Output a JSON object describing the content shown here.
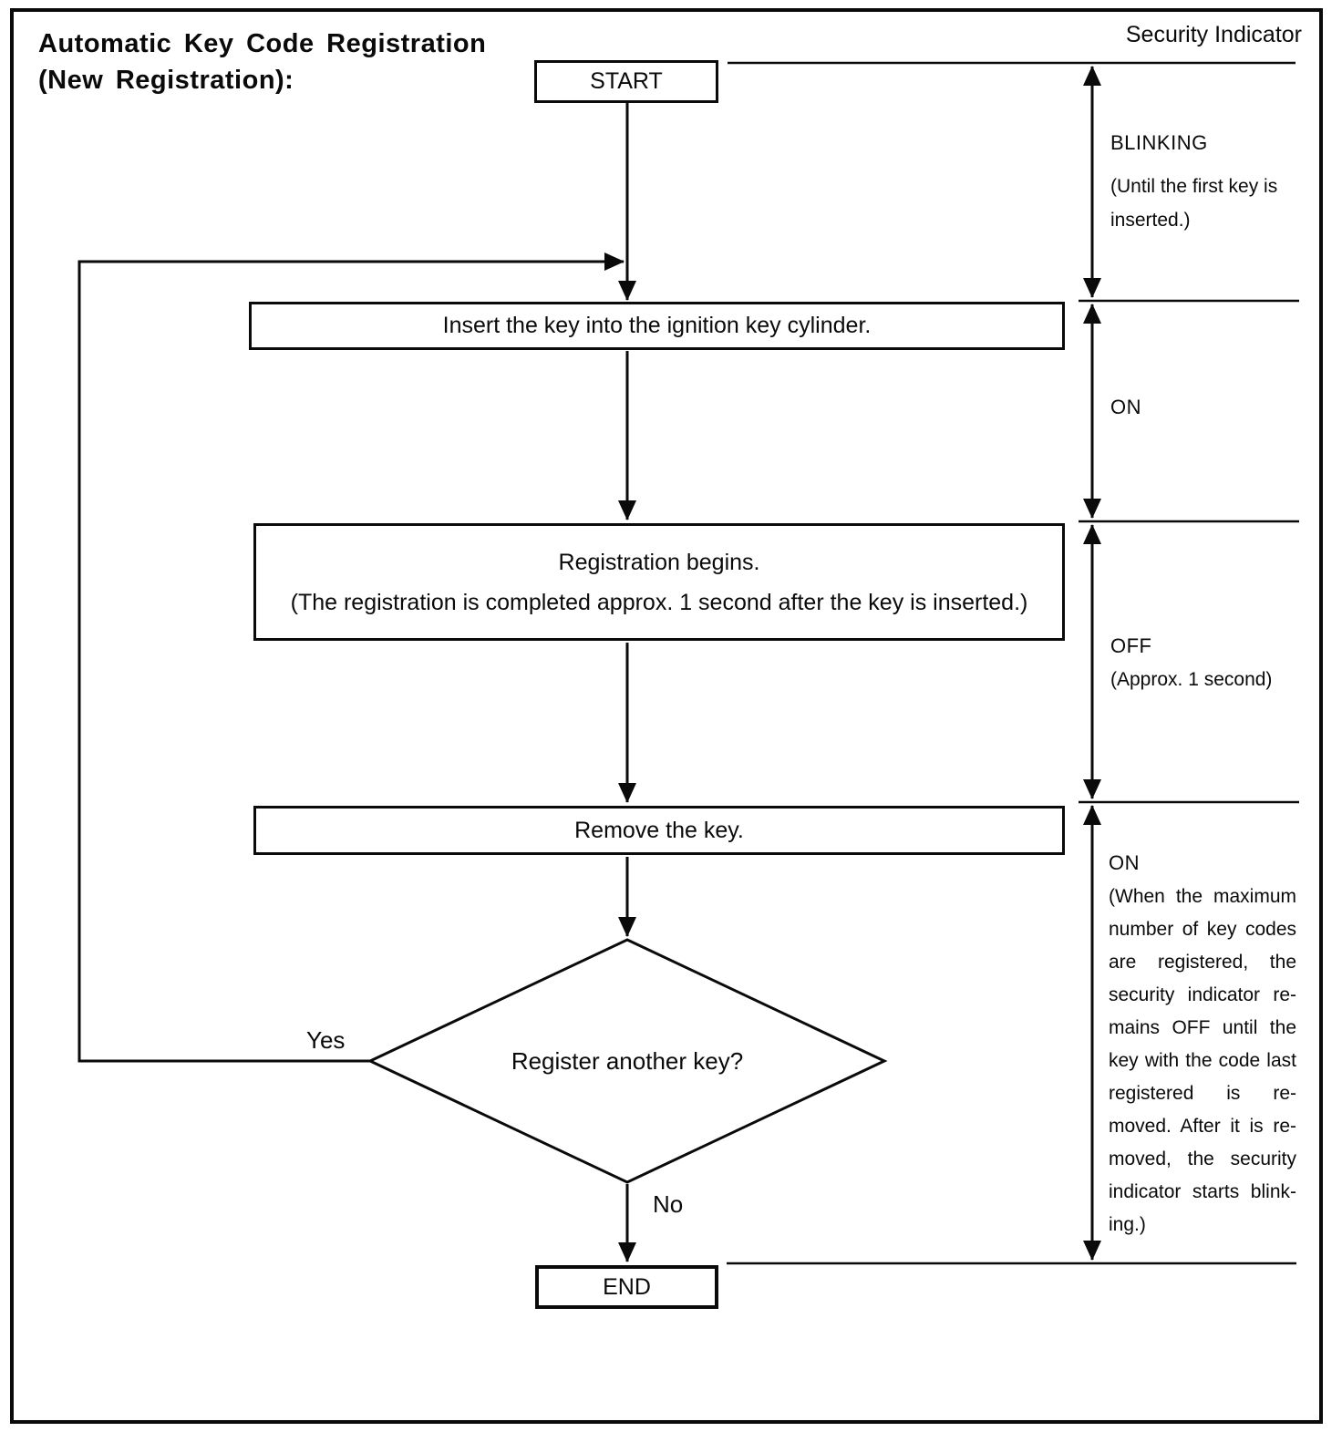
{
  "title": "Automatic Key Code Registration\n(New Registration):",
  "security_indicator_label": "Security Indicator",
  "flow": {
    "start": "START",
    "insert": "Insert the key into the ignition key cylinder.",
    "registration_line1": "Registration begins.",
    "registration_line2": "(The registration is completed approx. 1 second after the key is inserted.)",
    "remove": "Remove the key.",
    "decision": "Register another key?",
    "yes": "Yes",
    "no": "No",
    "end": "END"
  },
  "indicator": {
    "blinking": {
      "state": "BLINKING",
      "note": "(Until the first key is\ninserted.)"
    },
    "on1": {
      "state": "ON"
    },
    "off": {
      "state": "OFF",
      "note": "(Approx. 1 second)"
    },
    "on2": {
      "state": "ON",
      "note_lines": [
        "(When the maximum",
        "number of key codes",
        "are registered, the",
        "security indicator re-",
        "mains OFF until the",
        "key with the code last",
        "registered is re-",
        "moved. After it is re-",
        "moved, the security",
        "indicator starts blink-",
        "ing.)"
      ]
    }
  },
  "colors": {
    "ink": "#0a0a0a",
    "background": "#ffffff"
  }
}
